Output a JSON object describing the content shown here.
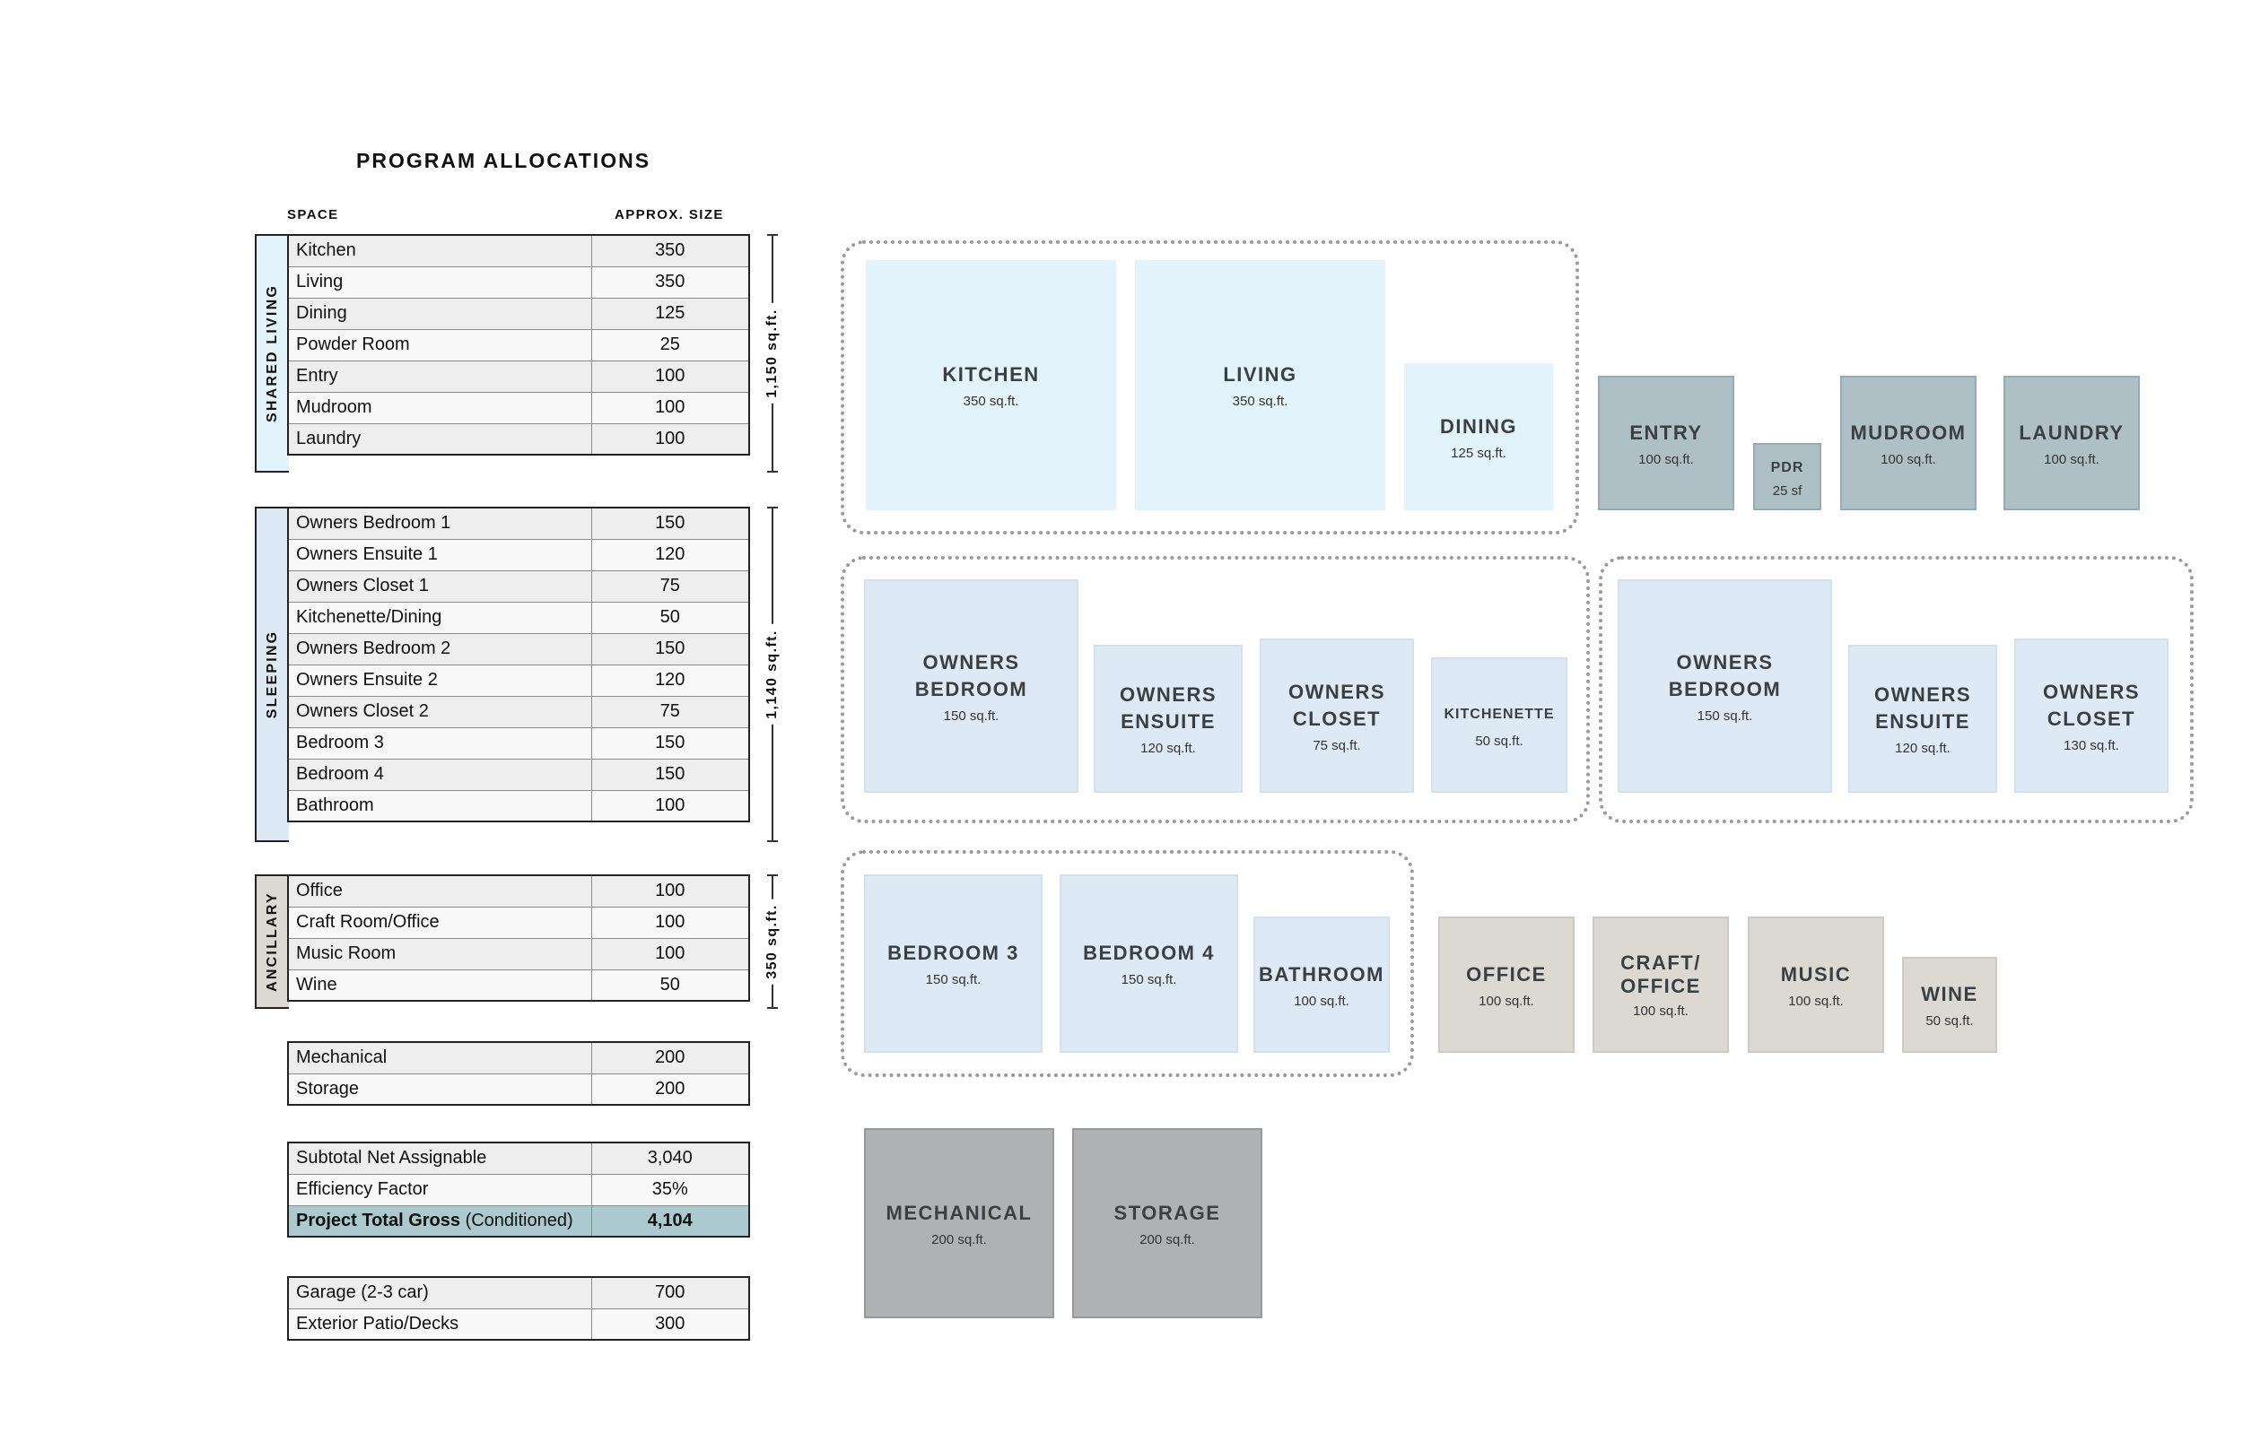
{
  "title": "PROGRAM ALLOCATIONS",
  "columns": {
    "space": "SPACE",
    "size": "APPROX. SIZE"
  },
  "categories": [
    {
      "label": "SHARED LIVING",
      "color": "#e3f3fb",
      "total": "1,150 sq.ft.",
      "rows": [
        {
          "space": "Kitchen",
          "size": "350"
        },
        {
          "space": "Living",
          "size": "350"
        },
        {
          "space": "Dining",
          "size": "125"
        },
        {
          "space": "Powder Room",
          "size": "25"
        },
        {
          "space": "Entry",
          "size": "100"
        },
        {
          "space": "Mudroom",
          "size": "100"
        },
        {
          "space": "Laundry",
          "size": "100"
        }
      ]
    },
    {
      "label": "SLEEPING",
      "color": "#dde9f5",
      "total": "1,140 sq.ft.",
      "rows": [
        {
          "space": "Owners Bedroom 1",
          "size": "150"
        },
        {
          "space": "Owners Ensuite 1",
          "size": "120"
        },
        {
          "space": "Owners Closet 1",
          "size": "75"
        },
        {
          "space": "Kitchenette/Dining",
          "size": "50"
        },
        {
          "space": "Owners Bedroom 2",
          "size": "150"
        },
        {
          "space": "Owners Ensuite 2",
          "size": "120"
        },
        {
          "space": "Owners Closet 2",
          "size": "75"
        },
        {
          "space": "Bedroom 3",
          "size": "150"
        },
        {
          "space": "Bedroom 4",
          "size": "150"
        },
        {
          "space": "Bathroom",
          "size": "100"
        }
      ]
    },
    {
      "label": "ANCILLARY",
      "color": "#dcd9d3",
      "total": "350 sq.ft.",
      "rows": [
        {
          "space": "Office",
          "size": "100"
        },
        {
          "space": "Craft Room/Office",
          "size": "100"
        },
        {
          "space": "Music Room",
          "size": "100"
        },
        {
          "space": "Wine",
          "size": "50"
        }
      ]
    }
  ],
  "utility_rows": [
    {
      "space": "Mechanical",
      "size": "200"
    },
    {
      "space": "Storage",
      "size": "200"
    }
  ],
  "summary_rows": {
    "subtotal": {
      "space": "Subtotal Net Assignable",
      "size": "3,040"
    },
    "efficiency": {
      "space": "Efficiency Factor",
      "size": "35%"
    },
    "gross": {
      "space_bold": "Project Total Gross",
      "space_rest": " (Conditioned)",
      "size": "4,104"
    }
  },
  "exterior_rows": [
    {
      "space": "Garage (2-3 car)",
      "size": "700"
    },
    {
      "space": "Exterior Patio/Decks",
      "size": "300"
    }
  ],
  "room_blocks": {
    "kitchen": {
      "name": "KITCHEN",
      "size": "350 sq.ft."
    },
    "living": {
      "name": "LIVING",
      "size": "350 sq.ft."
    },
    "dining": {
      "name": "DINING",
      "size": "125 sq.ft."
    },
    "entry": {
      "name": "ENTRY",
      "size": "100 sq.ft."
    },
    "pdr": {
      "name": "PDR",
      "size": "25 sf"
    },
    "mudroom": {
      "name": "MUDROOM",
      "size": "100 sq.ft."
    },
    "laundry": {
      "name": "LAUNDRY",
      "size": "100 sq.ft."
    },
    "owners_bedroom_1": {
      "name": "OWNERS BEDROOM",
      "size": "150 sq.ft."
    },
    "owners_ensuite_1": {
      "name": "OWNERS ENSUITE",
      "size": "120 sq.ft."
    },
    "owners_closet_1": {
      "name": "OWNERS CLOSET",
      "size": "75 sq.ft."
    },
    "kitchenette": {
      "name": "KITCHENETTE",
      "size": "50 sq.ft."
    },
    "owners_bedroom_2": {
      "name": "OWNERS BEDROOM",
      "size": "150 sq.ft."
    },
    "owners_ensuite_2": {
      "name": "OWNERS ENSUITE",
      "size": "120 sq.ft."
    },
    "owners_closet_2": {
      "name": "OWNERS CLOSET",
      "size": "130 sq.ft."
    },
    "bedroom_3": {
      "name": "BEDROOM 3",
      "size": "150 sq.ft."
    },
    "bedroom_4": {
      "name": "BEDROOM 4",
      "size": "150 sq.ft."
    },
    "bathroom": {
      "name": "BATHROOM",
      "size": "100 sq.ft."
    },
    "office": {
      "name": "OFFICE",
      "size": "100 sq.ft."
    },
    "craft_office": {
      "name": "CRAFT/ OFFICE",
      "size": "100 sq.ft."
    },
    "music": {
      "name": "MUSIC",
      "size": "100 sq.ft."
    },
    "wine": {
      "name": "WINE",
      "size": "50 sq.ft."
    },
    "mechanical": {
      "name": "MECHANICAL",
      "size": "200 sq.ft."
    },
    "storage": {
      "name": "STORAGE",
      "size": "200 sq.ft."
    }
  },
  "colors": {
    "shared": "#e3f3fb",
    "slate": "#aebfc5",
    "sleeping": "#dde9f5",
    "ancillary": "#dcd9d3",
    "mechanical": "#b0b1b3",
    "highlight": "#abc9cf"
  }
}
